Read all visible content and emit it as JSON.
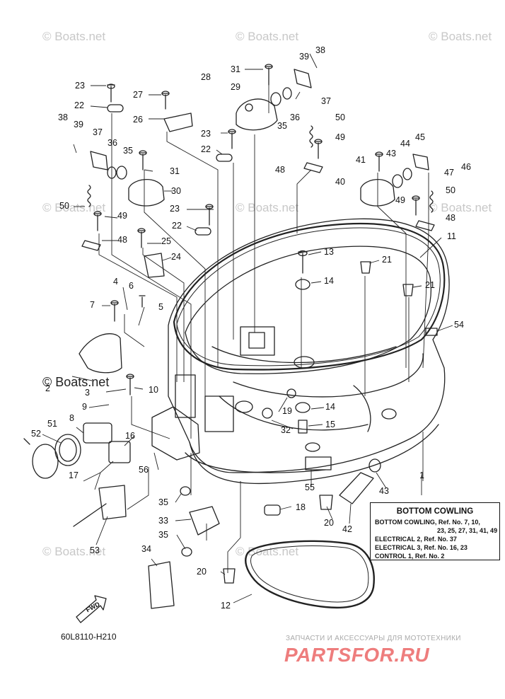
{
  "watermarks": [
    "© Boats.net",
    "© Boats.net",
    "© Boats.net",
    "© Boats.net",
    "© Boats.net",
    "© Boats.net",
    "© Boats.net",
    "© Boats.net",
    "© Boats.net"
  ],
  "callouts": [
    "38",
    "39",
    "31",
    "28",
    "23",
    "27",
    "29",
    "36",
    "37",
    "22",
    "26",
    "35",
    "50",
    "38",
    "39",
    "37",
    "36",
    "35",
    "23",
    "49",
    "31",
    "22",
    "41",
    "43",
    "44",
    "45",
    "47",
    "46",
    "30",
    "40",
    "50",
    "50",
    "49",
    "23",
    "49",
    "48",
    "22",
    "48",
    "25",
    "24",
    "48",
    "11",
    "13",
    "21",
    "14",
    "21",
    "4",
    "6",
    "7",
    "5",
    "54",
    "2",
    "3",
    "10",
    "9",
    "19",
    "14",
    "8",
    "51",
    "52",
    "16",
    "32",
    "15",
    "56",
    "17",
    "55",
    "43",
    "1",
    "35",
    "33",
    "18",
    "20",
    "42",
    "53",
    "35",
    "34",
    "20",
    "12"
  ],
  "legend": {
    "title": "BOTTOM COWLING",
    "lines": [
      "BOTTOM COWLING,  Ref. No. 7, 10,",
      "23, 25, 27, 31, 41, 49",
      "ELECTRICAL 2,  Ref. No. 37",
      "ELECTRICAL 3,  Ref. No. 16, 23",
      "CONTROL 1,  Ref. No. 2"
    ]
  },
  "fwd_label": "FWD",
  "diagram_code": "60L8110-H210",
  "advert": {
    "subtitle": "ЗАПЧАСТИ И АКСЕССУАРЫ ДЛЯ МОТОТЕХНИКИ",
    "logo": "PARTSFOR.RU"
  }
}
